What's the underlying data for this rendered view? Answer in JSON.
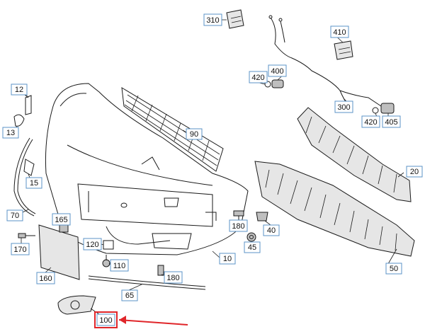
{
  "labels": {
    "l310": "310",
    "l410": "410",
    "l420a": "420",
    "l400": "400",
    "l12": "12",
    "l13": "13",
    "l300": "300",
    "l420b": "420",
    "l405": "405",
    "l90": "90",
    "l20": "20",
    "l15": "15",
    "l70": "70",
    "l165": "165",
    "l180a": "180",
    "l40": "40",
    "l170": "170",
    "l120": "120",
    "l45": "45",
    "l110": "110",
    "l10": "10",
    "l50": "50",
    "l160": "160",
    "l180b": "180",
    "l65": "65",
    "l100": "100"
  },
  "colors": {
    "label_border": "#5b93c7",
    "highlight": "#e0262a",
    "line": "#1a1a1a"
  }
}
